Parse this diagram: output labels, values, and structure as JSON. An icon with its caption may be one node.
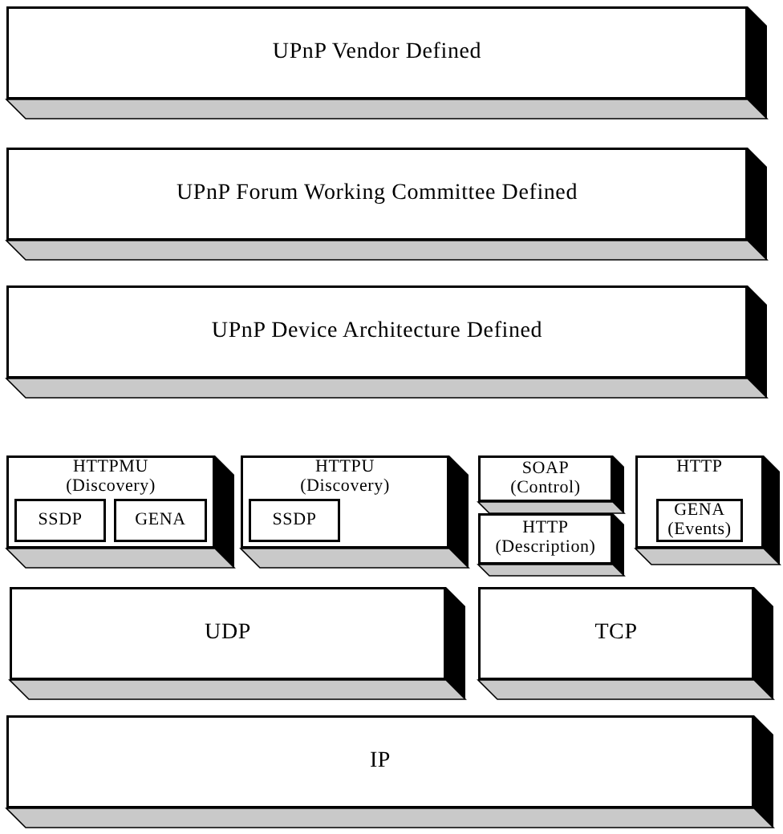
{
  "diagram": {
    "nodes": [
      {
        "text": [
          "UPnP Vendor Defined"
        ]
      },
      {
        "text": [
          "UPnP Forum Working Committee Defined"
        ]
      },
      {
        "text": [
          "UPnP Device Architecture Defined"
        ]
      },
      {
        "text": [
          "HTTPMU",
          "(Discovery)"
        ]
      },
      {
        "text": [
          "SSDP"
        ],
        "in": 3
      },
      {
        "text": [
          "GENA"
        ],
        "in": 3
      },
      {
        "text": [
          "HTTPU",
          "(Discovery)"
        ]
      },
      {
        "text": [
          "SSDP"
        ],
        "in": 6
      },
      {
        "text": [
          "SOAP",
          "(Control)"
        ]
      },
      {
        "text": [
          "HTTP",
          "(Description)"
        ]
      },
      {
        "text": [
          "HTTP"
        ]
      },
      {
        "text": [
          "GENA",
          "(Events)"
        ],
        "in": 10
      },
      {
        "text": [
          "UDP"
        ]
      },
      {
        "text": [
          "TCP"
        ]
      },
      {
        "text": [
          "IP"
        ]
      }
    ]
  }
}
